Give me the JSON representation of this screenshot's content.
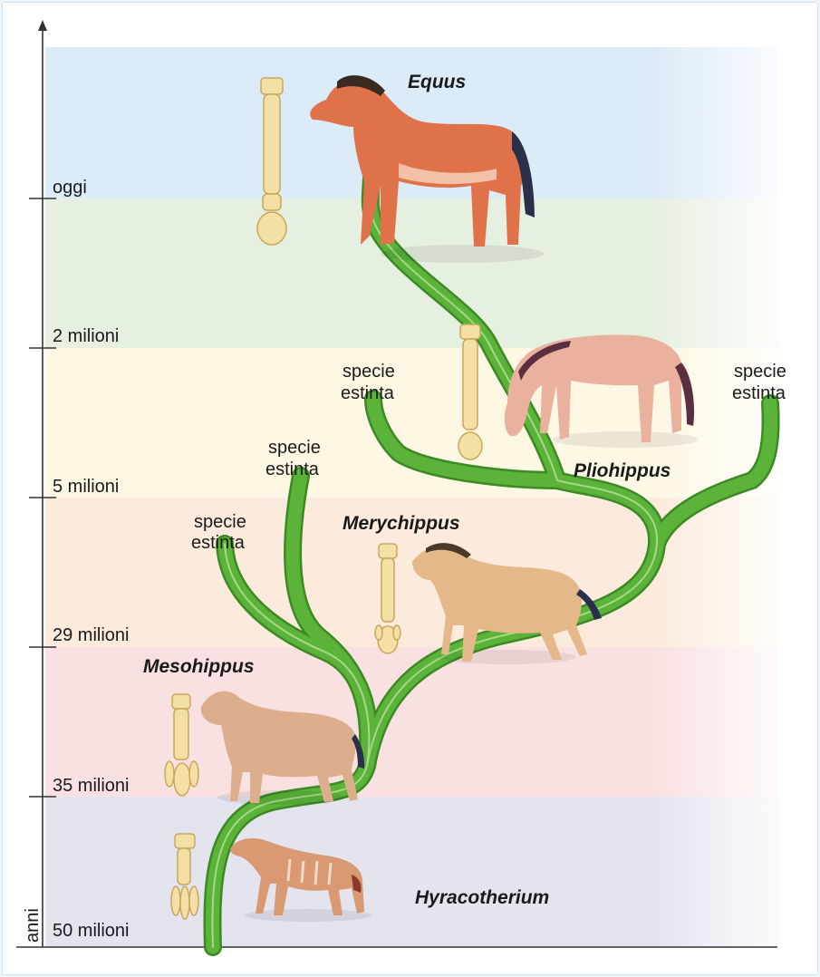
{
  "axis": {
    "unit_label": "anni",
    "ticks": [
      "oggi",
      "2 milioni",
      "5 milioni",
      "29 milioni",
      "35 milioni",
      "50 milioni"
    ]
  },
  "eras": [
    {
      "label": "oggi",
      "color": "#dcebf8"
    },
    {
      "label": "2 milioni",
      "color": "#e6f0e1"
    },
    {
      "label": "5 milioni",
      "color": "#fdf7e3"
    },
    {
      "label": "29 milioni",
      "color": "#fcebdc"
    },
    {
      "label": "35 milioni",
      "color": "#f9e1e1"
    },
    {
      "label": "50 milioni",
      "color": "#e4e4ef"
    }
  ],
  "genera": {
    "equus": "Equus",
    "pliohippus": "Pliohippus",
    "merychippus": "Merychippus",
    "mesohippus": "Mesohippus",
    "hyracotherium": "Hyracotherium"
  },
  "extinct": {
    "line1": "specie",
    "line2": "estinta"
  },
  "colors": {
    "branch": "#5bb33a",
    "branch_dark": "#3c8a24",
    "bone": "#f4dfa4",
    "horse_equus": "#e0724a",
    "horse_pliohippus": "#e9b19e",
    "horse_merychippus": "#e4b889",
    "horse_mesohippus": "#dcae8e",
    "horse_hyracotherium": "#d99a73"
  }
}
